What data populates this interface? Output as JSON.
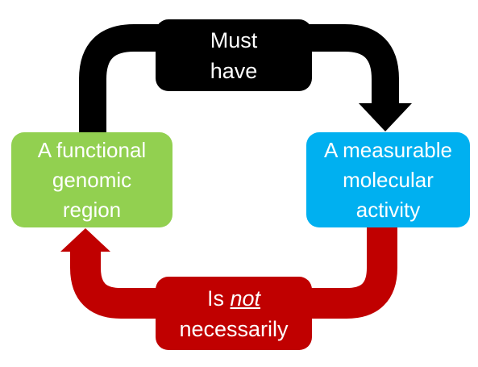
{
  "colors": {
    "black": "#000000",
    "green": "#92d050",
    "blue": "#00b0f0",
    "red": "#c00000"
  },
  "boxes": {
    "top": {
      "line1": "Must",
      "line2": "have"
    },
    "left": {
      "line1": "A functional",
      "line2": "genomic",
      "line3": "region"
    },
    "right": {
      "line1": "A measurable",
      "line2": "molecular",
      "line3": "activity"
    },
    "bottom": {
      "line1_prefix": "Is",
      "line1_emphasis": "not",
      "line2": "necessarily"
    }
  }
}
